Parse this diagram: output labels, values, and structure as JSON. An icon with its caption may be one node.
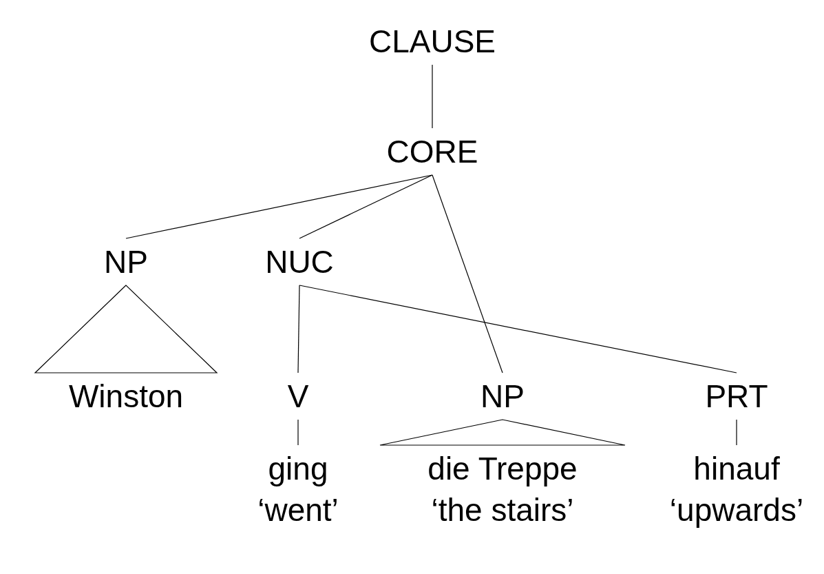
{
  "diagram": {
    "nodes": [
      {
        "text": [
          "CLAUSE"
        ]
      },
      {
        "text": [
          "CORE"
        ]
      },
      {
        "text": [
          "NP"
        ]
      },
      {
        "text": [
          "NUC"
        ]
      },
      {
        "text": [
          "Winston"
        ]
      },
      {
        "text": [
          "V"
        ]
      },
      {
        "text": [
          "NP"
        ]
      },
      {
        "text": [
          "PRT"
        ]
      },
      {
        "text": [
          "ging",
          "‘went’"
        ]
      },
      {
        "text": [
          "die Treppe",
          "‘the stairs’"
        ]
      },
      {
        "text": [
          "hinauf",
          "‘upwards’"
        ]
      }
    ],
    "edges": [
      {
        "from": 0,
        "to": 1,
        "arrow": "none"
      },
      {
        "from": 1,
        "to": 2,
        "arrow": "none"
      },
      {
        "from": 1,
        "to": 3,
        "arrow": "none"
      },
      {
        "from": 1,
        "to": 6,
        "arrow": "none"
      },
      {
        "from": 2,
        "to": 4,
        "arrow": "none"
      },
      {
        "from": 3,
        "to": 5,
        "arrow": "none"
      },
      {
        "from": 3,
        "to": 7,
        "arrow": "none"
      },
      {
        "from": 5,
        "to": 8,
        "arrow": "none"
      },
      {
        "from": 6,
        "to": 9,
        "arrow": "none"
      },
      {
        "from": 7,
        "to": 10,
        "arrow": "none"
      }
    ]
  }
}
